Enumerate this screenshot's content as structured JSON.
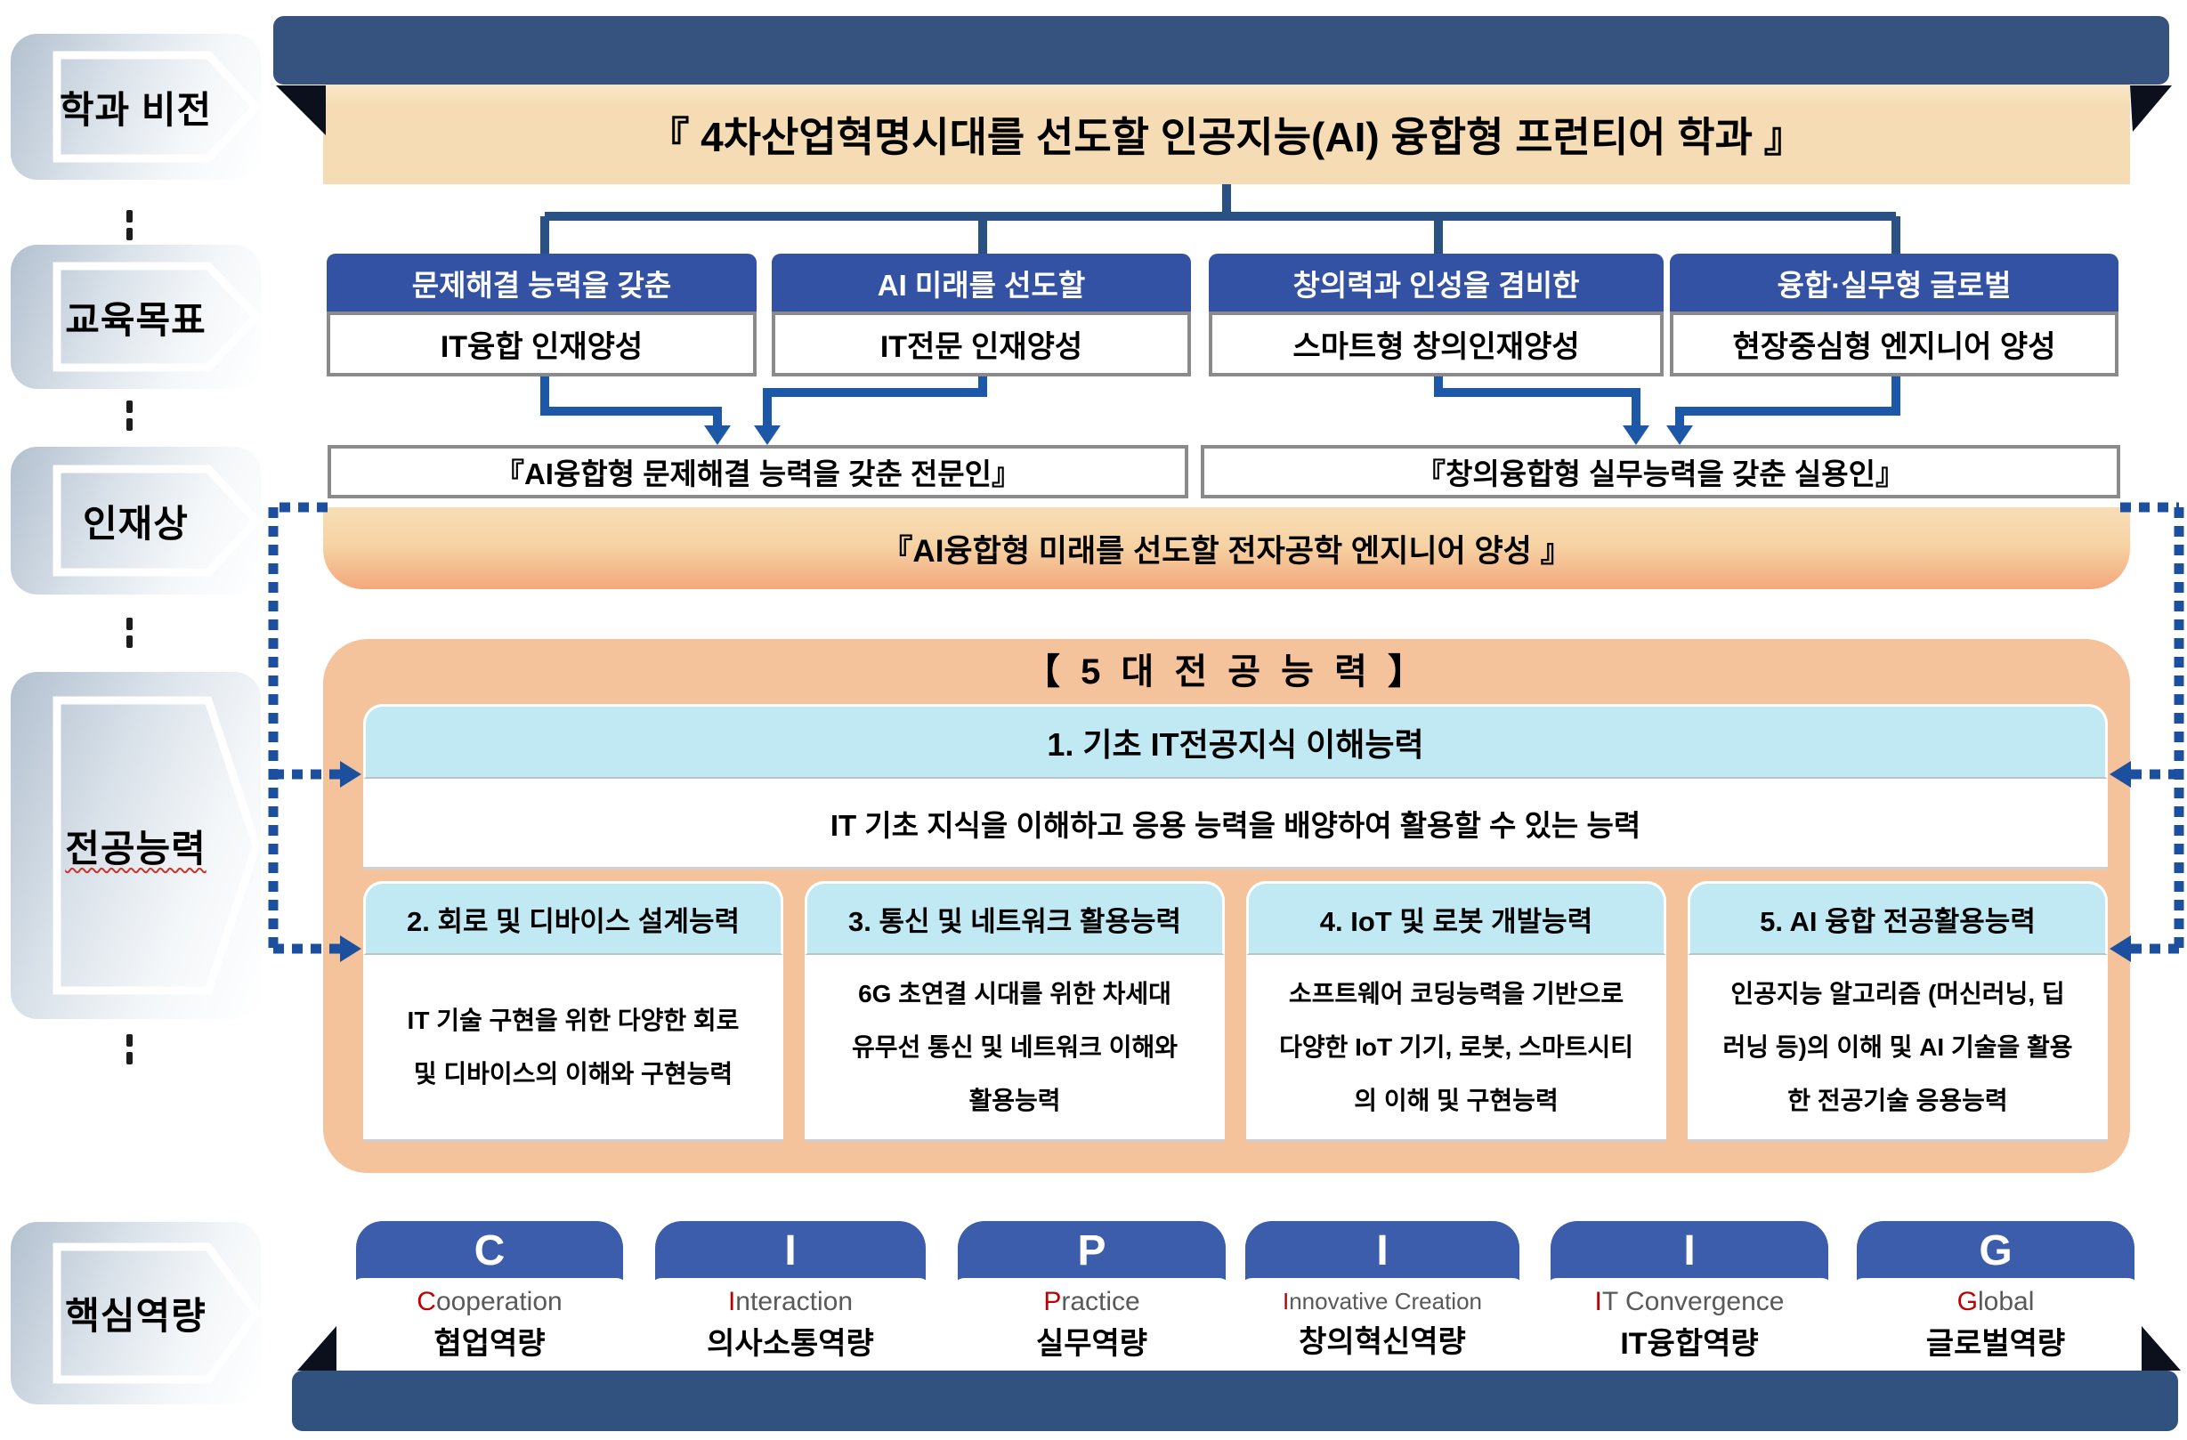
{
  "colors": {
    "banner_navy": "#35537e",
    "goal_header_blue": "#3352a4",
    "card_blue": "#3c5dab",
    "bottom_bar_navy": "#31517e",
    "title_tan": "#f5dcb4",
    "band_orange": "#f3a87c",
    "container_peach": "#f4c29b",
    "cyan": "#c1e9f3",
    "dash_blue": "#1c4f9e",
    "arrow_blue": "#1d57a8",
    "accent_red": "#c00000"
  },
  "sidebar": {
    "items": [
      {
        "label": "학과 비전"
      },
      {
        "label": "교육목표"
      },
      {
        "label": "인재상"
      },
      {
        "label": "전공능력"
      },
      {
        "label": "핵심역량"
      }
    ]
  },
  "vision": {
    "title": "『 4차산업혁명시대를 선도할 인공지능(AI) 융합형 프런티어 학과 』"
  },
  "goals": {
    "items": [
      {
        "header": "문제해결 능력을 갖춘",
        "body": "IT융합 인재양성"
      },
      {
        "header": "AI 미래를 선도할",
        "body": "IT전문 인재양성"
      },
      {
        "header": "창의력과 인성을 겸비한",
        "body": "스마트형 창의인재양성"
      },
      {
        "header": "융합·실무형 글로벌",
        "body": "현장중심형 엔지니어 양성"
      }
    ]
  },
  "talent": {
    "left": "『AI융합형 문제해결 능력을 갖춘 전문인』",
    "right": "『창의융합형 실무능력을 갖춘 실용인』",
    "banner": "『AI융합형 미래를 선도할 전자공학 엔지니어 양성 』"
  },
  "competencies": {
    "title": "【 5 대  전 공 능 력 】",
    "primary": {
      "header": "1. 기초 IT전공지식 이해능력",
      "body": "IT 기초 지식을 이해하고 응용 능력을 배양하여 활용할 수 있는 능력"
    },
    "items": [
      {
        "header": "2. 회로 및 디바이스 설계능력",
        "body_lines": [
          "IT  기술 구현을 위한 다양한 회로",
          "및 디바이스의 이해와 구현능력"
        ]
      },
      {
        "header": "3. 통신 및 네트워크 활용능력",
        "body_lines": [
          "6G 초연결 시대를 위한 차세대",
          "유무선 통신 및 네트워크 이해와",
          "활용능력"
        ]
      },
      {
        "header": "4. IoT 및 로봇 개발능력",
        "body_lines": [
          "소프트웨어 코딩능력을 기반으로",
          "다양한 IoT 기기, 로봇, 스마트시티",
          "의 이해 및 구현능력"
        ]
      },
      {
        "header": "5. AI 융합 전공활용능력",
        "body_lines": [
          "인공지능 알고리즘 (머신러닝, 딥",
          "러닝 등)의 이해 및 AI 기술을 활용",
          "한 전공기술 응용능력"
        ]
      }
    ]
  },
  "core": {
    "cards": [
      {
        "letter": "C",
        "en_first": "C",
        "en_rest": "ooperation",
        "kr": "협업역량"
      },
      {
        "letter": "I",
        "en_first": "I",
        "en_rest": "nteraction",
        "kr": "의사소통역량"
      },
      {
        "letter": "P",
        "en_first": "P",
        "en_rest": "ractice",
        "kr": "실무역량"
      },
      {
        "letter": "I",
        "en_first": "I",
        "en_rest": "nnovative Creation",
        "kr": "창의혁신역량"
      },
      {
        "letter": "I",
        "en_first": "I",
        "en_rest": "T Convergence",
        "kr": "IT융합역량"
      },
      {
        "letter": "G",
        "en_first": "G",
        "en_rest": "lobal",
        "kr": "글로벌역량"
      }
    ]
  }
}
